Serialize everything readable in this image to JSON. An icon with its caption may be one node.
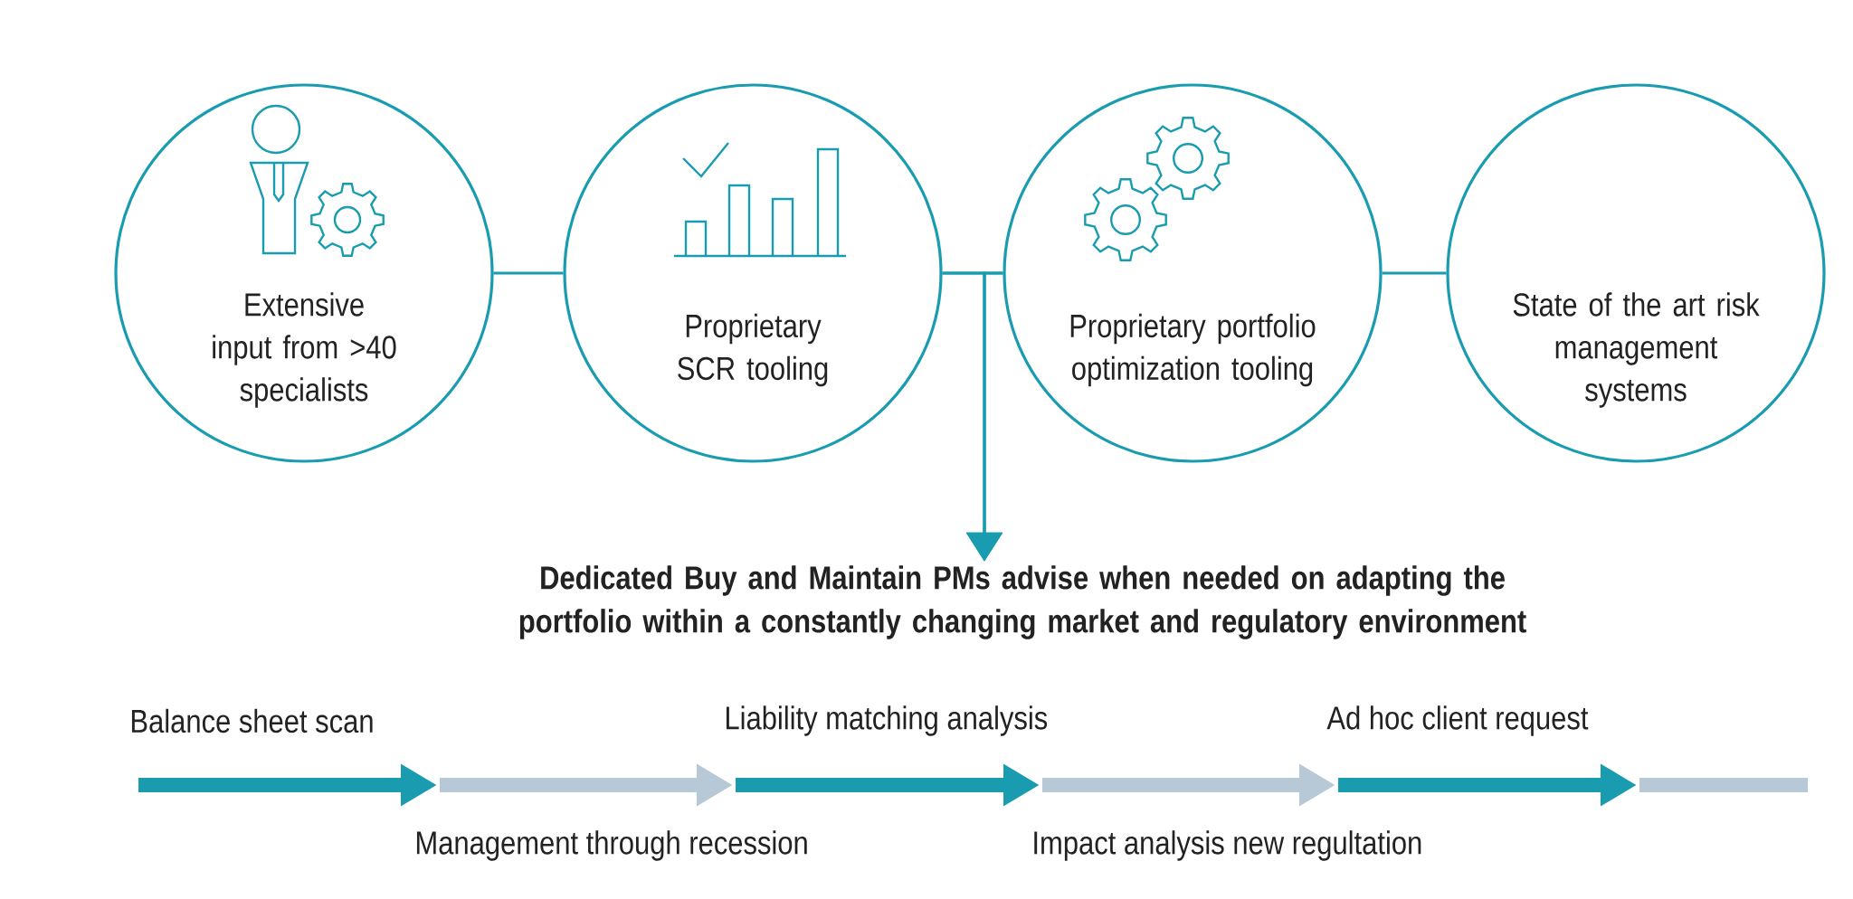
{
  "diagram": {
    "nodes": [
      {
        "text": [
          "Extensive input from >40 specialists"
        ]
      },
      {
        "text": [
          "Proprietary SCR tooling"
        ]
      },
      {
        "text": [
          "Proprietary portfolio optimization tooling"
        ]
      },
      {
        "text": [
          "State of the art risk management systems"
        ]
      },
      {
        "text": [
          "Dedicated Buy and Maintain PMs advise when needed on adapting the portfolio within a constantly changing market and regulatory environment"
        ]
      }
    ],
    "edges": [
      {
        "from": 0,
        "to": 1,
        "arrow": "none"
      },
      {
        "from": 1,
        "to": 2,
        "arrow": "none"
      },
      {
        "from": 2,
        "to": 3,
        "arrow": "none"
      },
      {
        "from": 1,
        "to": 4,
        "arrow": "to"
      },
      {
        "from": 2,
        "to": 4,
        "arrow": "to"
      }
    ],
    "labels": [
      "Balance sheet scan",
      "Liability matching analysis",
      "Ad hoc client request",
      "Management through recession",
      "Impact analysis new regultation"
    ]
  }
}
